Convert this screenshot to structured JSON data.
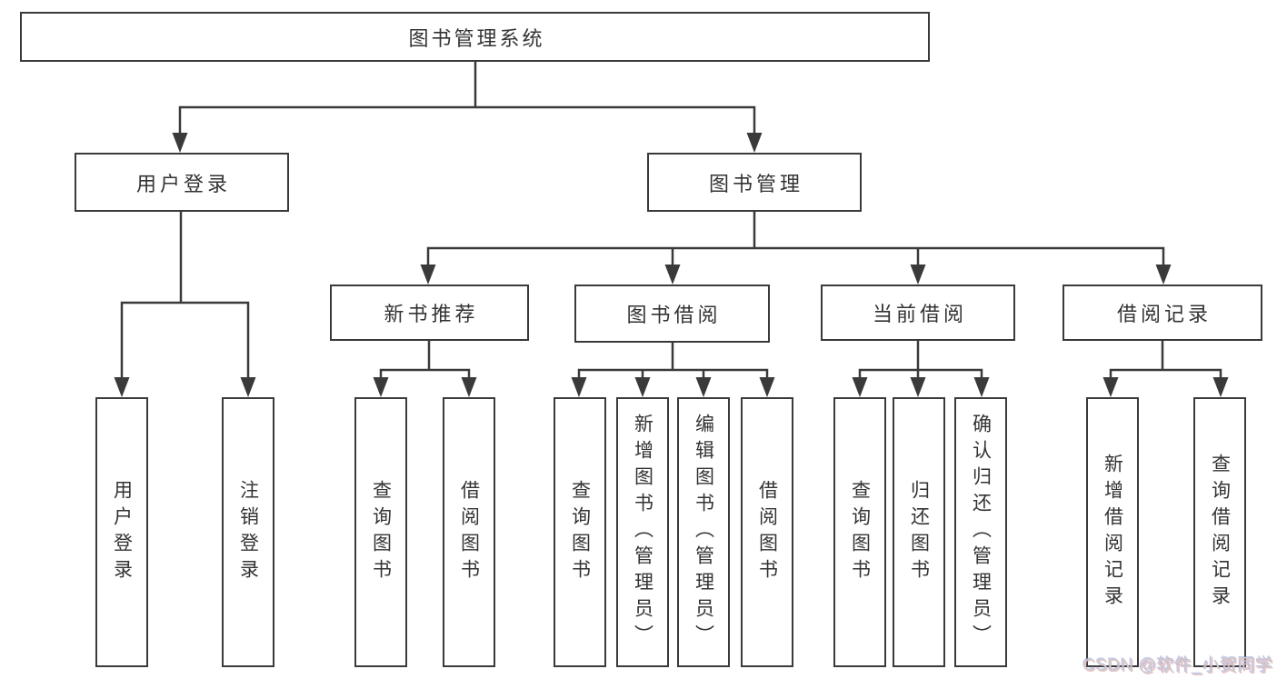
{
  "tree": {
    "label": "图书管理系统",
    "children": [
      {
        "label": "用户登录",
        "children": [
          {
            "label": "用户登录"
          },
          {
            "label": "注销登录"
          }
        ]
      },
      {
        "label": "图书管理",
        "children": [
          {
            "label": "新书推荐",
            "children": [
              {
                "label": "查询图书"
              },
              {
                "label": "借阅图书"
              }
            ]
          },
          {
            "label": "图书借阅",
            "children": [
              {
                "label": "查询图书"
              },
              {
                "label": "新增图书（管理员）"
              },
              {
                "label": "编辑图书（管理员）"
              },
              {
                "label": "借阅图书"
              }
            ]
          },
          {
            "label": "当前借阅",
            "children": [
              {
                "label": "查询图书"
              },
              {
                "label": "归还图书"
              },
              {
                "label": "确认归还（管理员）"
              }
            ]
          },
          {
            "label": "借阅记录",
            "children": [
              {
                "label": "新增借阅记录"
              },
              {
                "label": "查询借阅记录"
              }
            ]
          }
        ]
      }
    ]
  },
  "watermark": {
    "text": "CSDN @软件_小贺同学"
  },
  "colors": {
    "line": "#3a3a3a",
    "text": "#333333",
    "background": "#ffffff",
    "watermark": "#cdcdcd"
  }
}
